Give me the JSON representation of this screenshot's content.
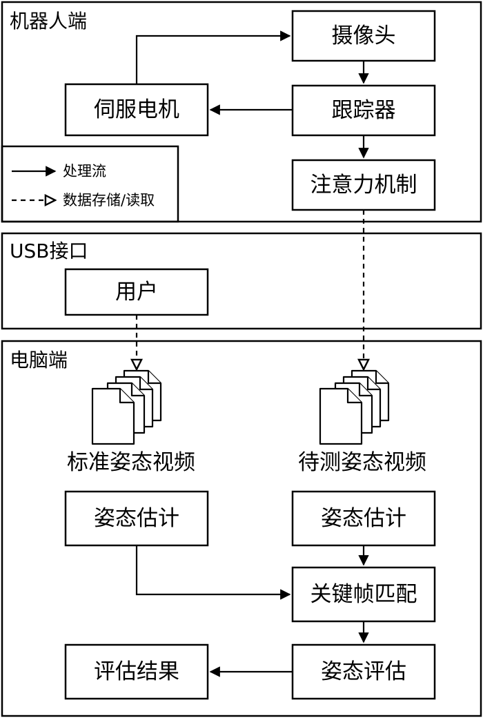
{
  "regions": {
    "robot": "机器人端",
    "usb": "USB接口",
    "pc": "电脑端"
  },
  "boxes": {
    "camera": "摄像头",
    "servo_motor": "伺服电机",
    "tracker": "跟踪器",
    "attention": "注意力机制",
    "user": "用户",
    "pose_est_left": "姿态估计",
    "pose_est_right": "姿态估计",
    "keyframe_match": "关键帧匹配",
    "pose_eval": "姿态评估",
    "eval_result": "评估结果"
  },
  "legend": {
    "process_flow": "处理流",
    "data_io": "数据存储/读取"
  },
  "documents": {
    "standard_video": "标准姿态视频",
    "test_video": "待测姿态视频"
  }
}
